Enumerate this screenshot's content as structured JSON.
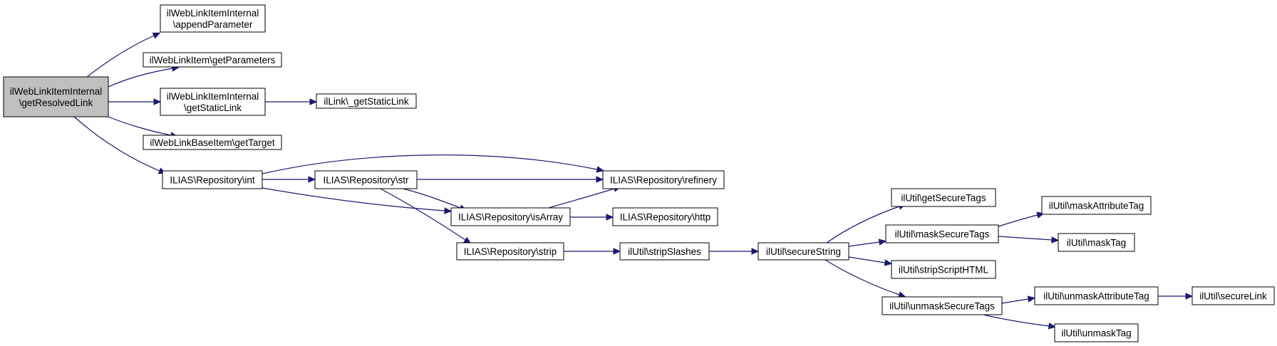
{
  "graph": {
    "colors": {
      "edge": "#191970",
      "node_fill": "#ffffff",
      "root_fill": "#bfbfbf",
      "node_border": "#000000"
    },
    "nodes": [
      {
        "id": "root",
        "lines": [
          "ilWebLinkItemInternal",
          "\\getResolvedLink"
        ],
        "root": true
      },
      {
        "id": "appendParameter",
        "lines": [
          "ilWebLinkItemInternal",
          "\\appendParameter"
        ]
      },
      {
        "id": "getParameters",
        "lines": [
          "ilWebLinkItem\\getParameters"
        ]
      },
      {
        "id": "getStaticLink",
        "lines": [
          "ilWebLinkItemInternal",
          "\\getStaticLink"
        ]
      },
      {
        "id": "ilLinkStatic",
        "lines": [
          "ilLink\\_getStaticLink"
        ]
      },
      {
        "id": "getTarget",
        "lines": [
          "ilWebLinkBaseItem\\getTarget"
        ]
      },
      {
        "id": "repoInt",
        "lines": [
          "ILIAS\\Repository\\int"
        ]
      },
      {
        "id": "repoStr",
        "lines": [
          "ILIAS\\Repository\\str"
        ]
      },
      {
        "id": "repoRefinery",
        "lines": [
          "ILIAS\\Repository\\refinery"
        ]
      },
      {
        "id": "repoIsArray",
        "lines": [
          "ILIAS\\Repository\\isArray"
        ]
      },
      {
        "id": "repoHttp",
        "lines": [
          "ILIAS\\Repository\\http"
        ]
      },
      {
        "id": "repoStrip",
        "lines": [
          "ILIAS\\Repository\\strip"
        ]
      },
      {
        "id": "stripSlashes",
        "lines": [
          "ilUtil\\stripSlashes"
        ]
      },
      {
        "id": "secureString",
        "lines": [
          "ilUtil\\secureString"
        ]
      },
      {
        "id": "getSecureTags",
        "lines": [
          "ilUtil\\getSecureTags"
        ]
      },
      {
        "id": "maskSecureTags",
        "lines": [
          "ilUtil\\maskSecureTags"
        ]
      },
      {
        "id": "stripScriptHTML",
        "lines": [
          "ilUtil\\stripScriptHTML"
        ]
      },
      {
        "id": "unmaskSecureTags",
        "lines": [
          "ilUtil\\unmaskSecureTags"
        ]
      },
      {
        "id": "maskAttributeTag",
        "lines": [
          "ilUtil\\maskAttributeTag"
        ]
      },
      {
        "id": "maskTag",
        "lines": [
          "ilUtil\\maskTag"
        ]
      },
      {
        "id": "unmaskAttributeTag",
        "lines": [
          "ilUtil\\unmaskAttributeTag"
        ]
      },
      {
        "id": "unmaskTag",
        "lines": [
          "ilUtil\\unmaskTag"
        ]
      },
      {
        "id": "secureLink",
        "lines": [
          "ilUtil\\secureLink"
        ]
      }
    ],
    "edges": [
      {
        "from": "root",
        "to": "appendParameter"
      },
      {
        "from": "root",
        "to": "getParameters"
      },
      {
        "from": "root",
        "to": "getStaticLink"
      },
      {
        "from": "root",
        "to": "getTarget"
      },
      {
        "from": "root",
        "to": "repoInt"
      },
      {
        "from": "getStaticLink",
        "to": "ilLinkStatic"
      },
      {
        "from": "repoInt",
        "to": "repoStr"
      },
      {
        "from": "repoInt",
        "to": "repoRefinery"
      },
      {
        "from": "repoInt",
        "to": "repoIsArray"
      },
      {
        "from": "repoStr",
        "to": "repoRefinery"
      },
      {
        "from": "repoStr",
        "to": "repoIsArray"
      },
      {
        "from": "repoStr",
        "to": "repoStrip"
      },
      {
        "from": "repoIsArray",
        "to": "repoRefinery"
      },
      {
        "from": "repoIsArray",
        "to": "repoHttp"
      },
      {
        "from": "repoStrip",
        "to": "stripSlashes"
      },
      {
        "from": "stripSlashes",
        "to": "secureString"
      },
      {
        "from": "secureString",
        "to": "getSecureTags"
      },
      {
        "from": "secureString",
        "to": "maskSecureTags"
      },
      {
        "from": "secureString",
        "to": "stripScriptHTML"
      },
      {
        "from": "secureString",
        "to": "unmaskSecureTags"
      },
      {
        "from": "maskSecureTags",
        "to": "maskAttributeTag"
      },
      {
        "from": "maskSecureTags",
        "to": "maskTag"
      },
      {
        "from": "unmaskSecureTags",
        "to": "unmaskAttributeTag"
      },
      {
        "from": "unmaskSecureTags",
        "to": "unmaskTag"
      },
      {
        "from": "unmaskAttributeTag",
        "to": "secureLink"
      }
    ]
  }
}
